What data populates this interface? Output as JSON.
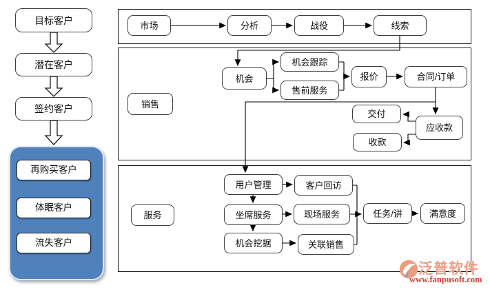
{
  "left_flow": {
    "stages": [
      {
        "label": "目标客户"
      },
      {
        "label": "潜在客户"
      },
      {
        "label": "签约客户"
      }
    ],
    "group": {
      "fill_color": "#4f81bd",
      "items": [
        {
          "label": "再购买客户"
        },
        {
          "label": "体眠客户"
        },
        {
          "label": "流失客户"
        }
      ]
    }
  },
  "sections": [
    {
      "title": "",
      "boxes": [
        {
          "label": "市场"
        },
        {
          "label": "分析"
        },
        {
          "label": "战役"
        },
        {
          "label": "线索"
        }
      ]
    },
    {
      "title": "销售",
      "boxes": [
        {
          "label": "机会"
        },
        {
          "label": "机会跟踪"
        },
        {
          "label": "售前服务"
        },
        {
          "label": "报价"
        },
        {
          "label": "合同/订单"
        },
        {
          "label": "交付"
        },
        {
          "label": "应收款"
        },
        {
          "label": "收款"
        }
      ]
    },
    {
      "title": "服务",
      "boxes": [
        {
          "label": "用户管理"
        },
        {
          "label": "客户回访"
        },
        {
          "label": "坐席服务"
        },
        {
          "label": "现场服务"
        },
        {
          "label": "任务/讲"
        },
        {
          "label": "满意度"
        },
        {
          "label": "机会挖据"
        },
        {
          "label": "关联销售"
        }
      ]
    }
  ],
  "logo": {
    "title": "泛普软件",
    "url": "www.fanpusoft.com",
    "title_color": "#ee9e84",
    "url_color": "#cc4130",
    "icon": "swoosh-circle-icon"
  }
}
